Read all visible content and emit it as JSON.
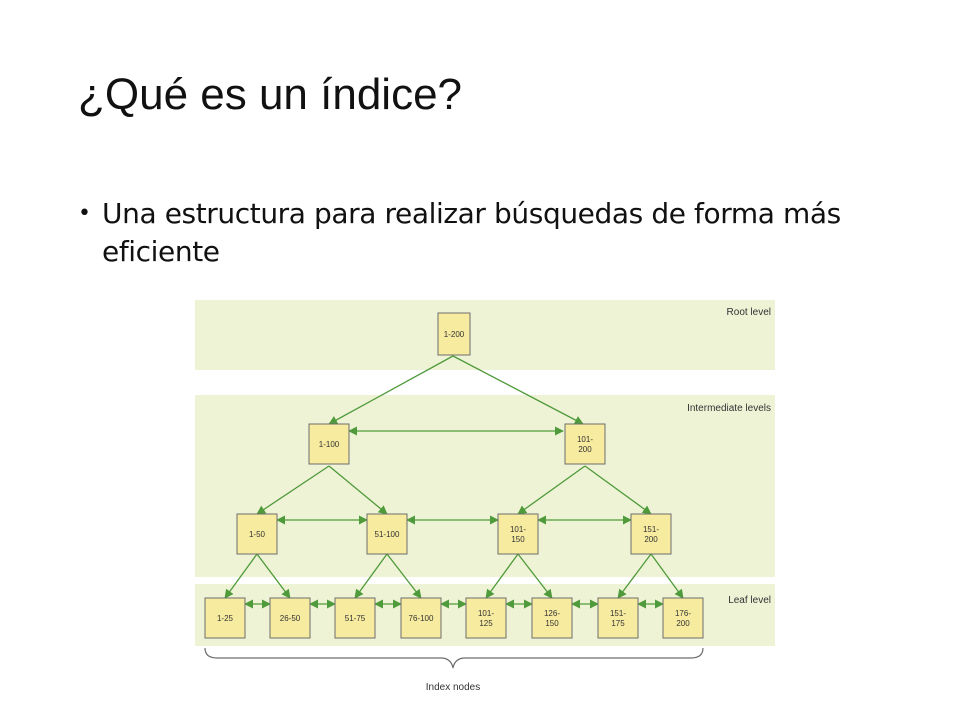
{
  "slide": {
    "title": "¿Qué es un índice?",
    "bullets": [
      {
        "symbol": "•",
        "text": "Una estructura para realizar búsquedas de forma más eficiente"
      }
    ]
  },
  "diagram": {
    "levels": {
      "root": "Root level",
      "intermediate": "Intermediate levels",
      "leaf": "Leaf level"
    },
    "index_label": "Index nodes",
    "nodes": {
      "root": {
        "lines": [
          "1-200"
        ]
      },
      "n1_100": {
        "lines": [
          "1-100"
        ]
      },
      "n101_200": {
        "lines": [
          "101-",
          "200"
        ]
      },
      "n1_50": {
        "lines": [
          "1-50"
        ]
      },
      "n51_100": {
        "lines": [
          "51-100"
        ]
      },
      "n101_150": {
        "lines": [
          "101-",
          "150"
        ]
      },
      "n151_200": {
        "lines": [
          "151-",
          "200"
        ]
      },
      "l1_25": {
        "lines": [
          "1-25"
        ]
      },
      "l26_50": {
        "lines": [
          "26-50"
        ]
      },
      "l51_75": {
        "lines": [
          "51-75"
        ]
      },
      "l76_100": {
        "lines": [
          "76-100"
        ]
      },
      "l101_125": {
        "lines": [
          "101-",
          "125"
        ]
      },
      "l126_150": {
        "lines": [
          "126-",
          "150"
        ]
      },
      "l151_175": {
        "lines": [
          "151-",
          "175"
        ]
      },
      "l176_200": {
        "lines": [
          "176-",
          "200"
        ]
      }
    },
    "colors": {
      "band": "#eef3d6",
      "node_fill": "#f7eba0",
      "node_stroke": "#6d6d6d",
      "arrow": "#4f9a3a",
      "text": "#333333"
    }
  }
}
